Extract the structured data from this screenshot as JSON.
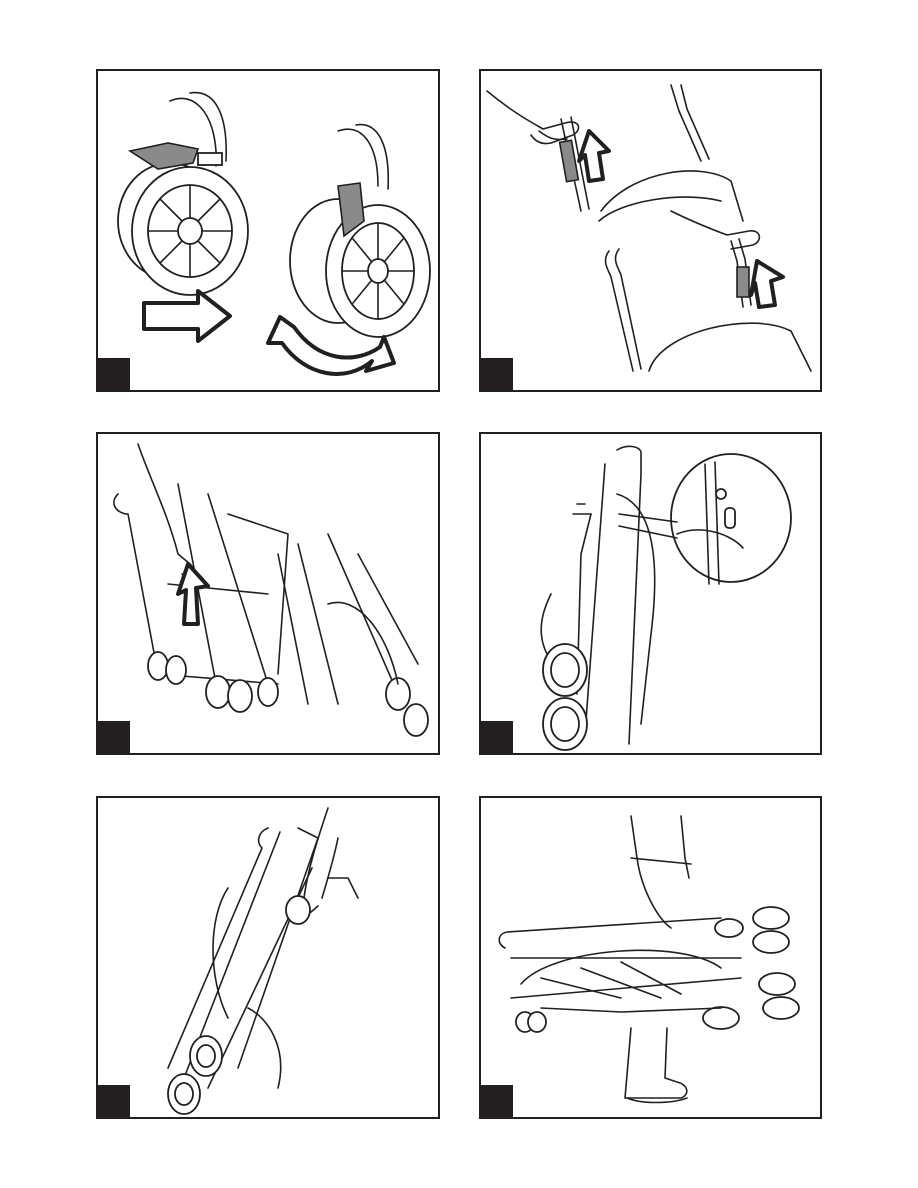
{
  "page": {
    "background": "#ffffff",
    "ink_color": "#231f20",
    "highlight_gray": "#8a8a8a"
  },
  "panels": [
    {
      "id": "wheel-swivel-lock",
      "number": "",
      "icons": [
        "front-wheel-icon",
        "swivel-lock-lever-icon",
        "right-arrow-icon",
        "curved-double-arrow-icon"
      ]
    },
    {
      "id": "handle-release",
      "number": "",
      "icons": [
        "hand-icon",
        "handle-icon",
        "up-arrow-icon",
        "seat-icon"
      ]
    },
    {
      "id": "fold-step",
      "number": "",
      "icons": [
        "stroller-icon",
        "hand-icon",
        "up-arrow-icon"
      ]
    },
    {
      "id": "folded-lock-detail",
      "number": "",
      "icons": [
        "folded-stroller-icon",
        "magnifier-detail-icon"
      ]
    },
    {
      "id": "fold-complete",
      "number": "",
      "icons": [
        "folded-stroller-icon",
        "hand-icon"
      ]
    },
    {
      "id": "carry-stroller",
      "number": "",
      "icons": [
        "person-carrying-icon",
        "folded-stroller-icon"
      ]
    }
  ]
}
